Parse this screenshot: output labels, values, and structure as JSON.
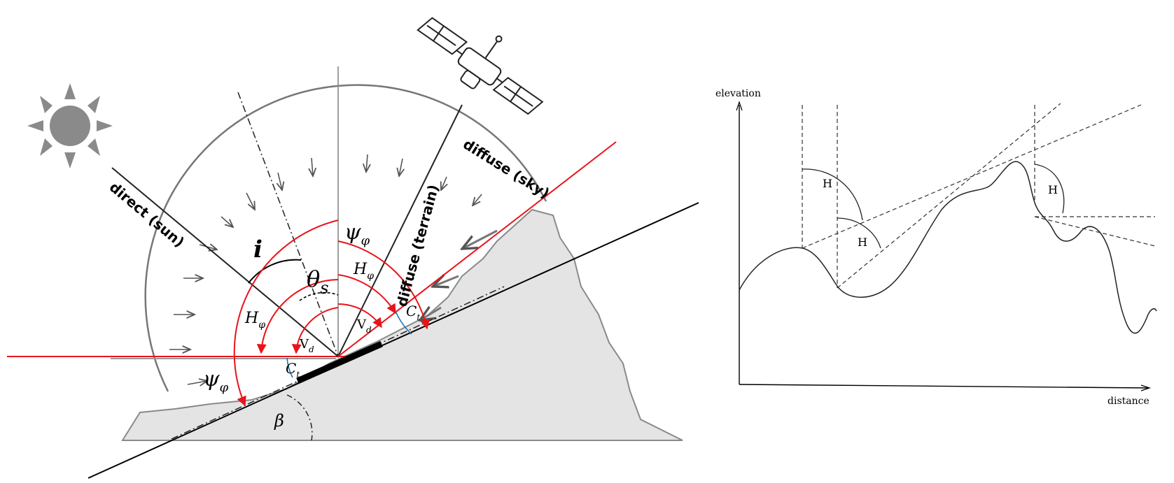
{
  "left_diagram": {
    "labels": {
      "direct_sun": "direct (sun)",
      "diffuse_sky": "diffuse (sky)",
      "diffuse_terrain": "diffuse (terrain)",
      "i": "i",
      "theta": "θ",
      "theta_sub": "s",
      "beta": "β",
      "psi": "ψ",
      "psi_sub": "φ",
      "H": "H",
      "H_sub": "φ",
      "V": "V",
      "V_sub": "d",
      "C": "C",
      "C_sub": "t"
    },
    "colors": {
      "terrain_fill": "#e4e4e4",
      "terrain_edge": "#8a8a8a",
      "angle_red": "#e8141a",
      "cone_blue": "#1f6fb2",
      "sun": "#8a8a8a",
      "ink": "#000000"
    }
  },
  "right_diagram": {
    "axes": {
      "y_label": "elevation",
      "x_label": "distance"
    },
    "horizon_label": "H"
  }
}
